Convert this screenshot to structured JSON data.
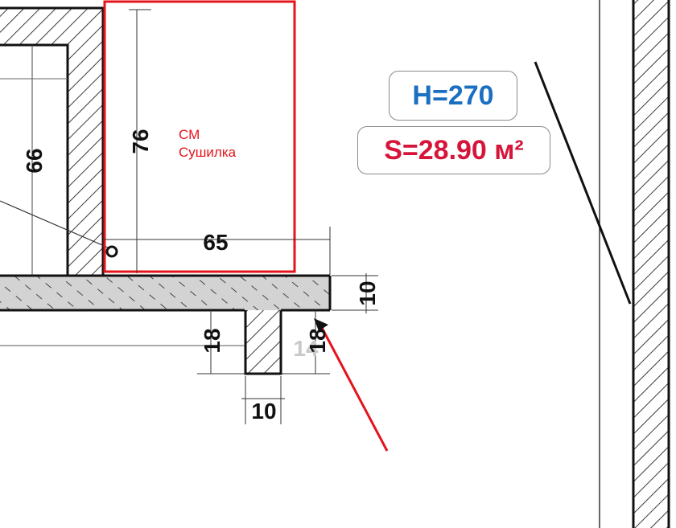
{
  "room": {
    "height_label": "H=270",
    "area_label": "S=28.90 м²"
  },
  "appliance": {
    "label_line1": "СМ",
    "label_line2": "Сушилка"
  },
  "dimensions": {
    "left_vertical": "66",
    "box_height": "76",
    "box_width": "65",
    "wall_thickness": "10",
    "stub_depth_left": "18",
    "stub_depth_right": "18",
    "stub_width": "10",
    "faded_value": "14"
  },
  "colors": {
    "accent_red": "#e3141b",
    "h_blue": "#1a6fc2",
    "s_red": "#d5163a"
  }
}
